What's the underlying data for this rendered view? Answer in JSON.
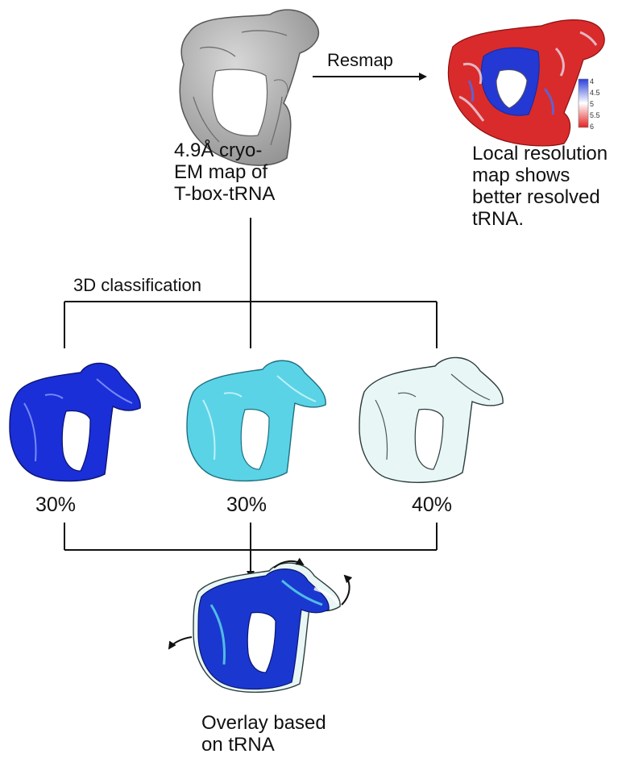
{
  "labels": {
    "source_map": "4.9Å cryo-\nEM map of\nT-box-tRNA",
    "resmap_arrow": "Resmap",
    "local_resolution": "Local resolution\nmap shows\nbetter resolved\ntRNA.",
    "classification": "3D classification",
    "overlay": "Overlay based\non tRNA"
  },
  "classes": [
    {
      "percent": "30%",
      "color": "#1a2fd8"
    },
    {
      "percent": "30%",
      "color": "#5bd3e6"
    },
    {
      "percent": "40%",
      "color": "#e8f6f6"
    }
  ],
  "colorbar": {
    "ticks": [
      "4",
      "4.5",
      "5",
      "5.5",
      "6"
    ],
    "colors": [
      "#2a3fdc",
      "#ffffff",
      "#e52222"
    ]
  },
  "colors": {
    "grey_map": "#a8a8a8",
    "line": "#111111",
    "overlay_blue": "#1a38d0"
  }
}
